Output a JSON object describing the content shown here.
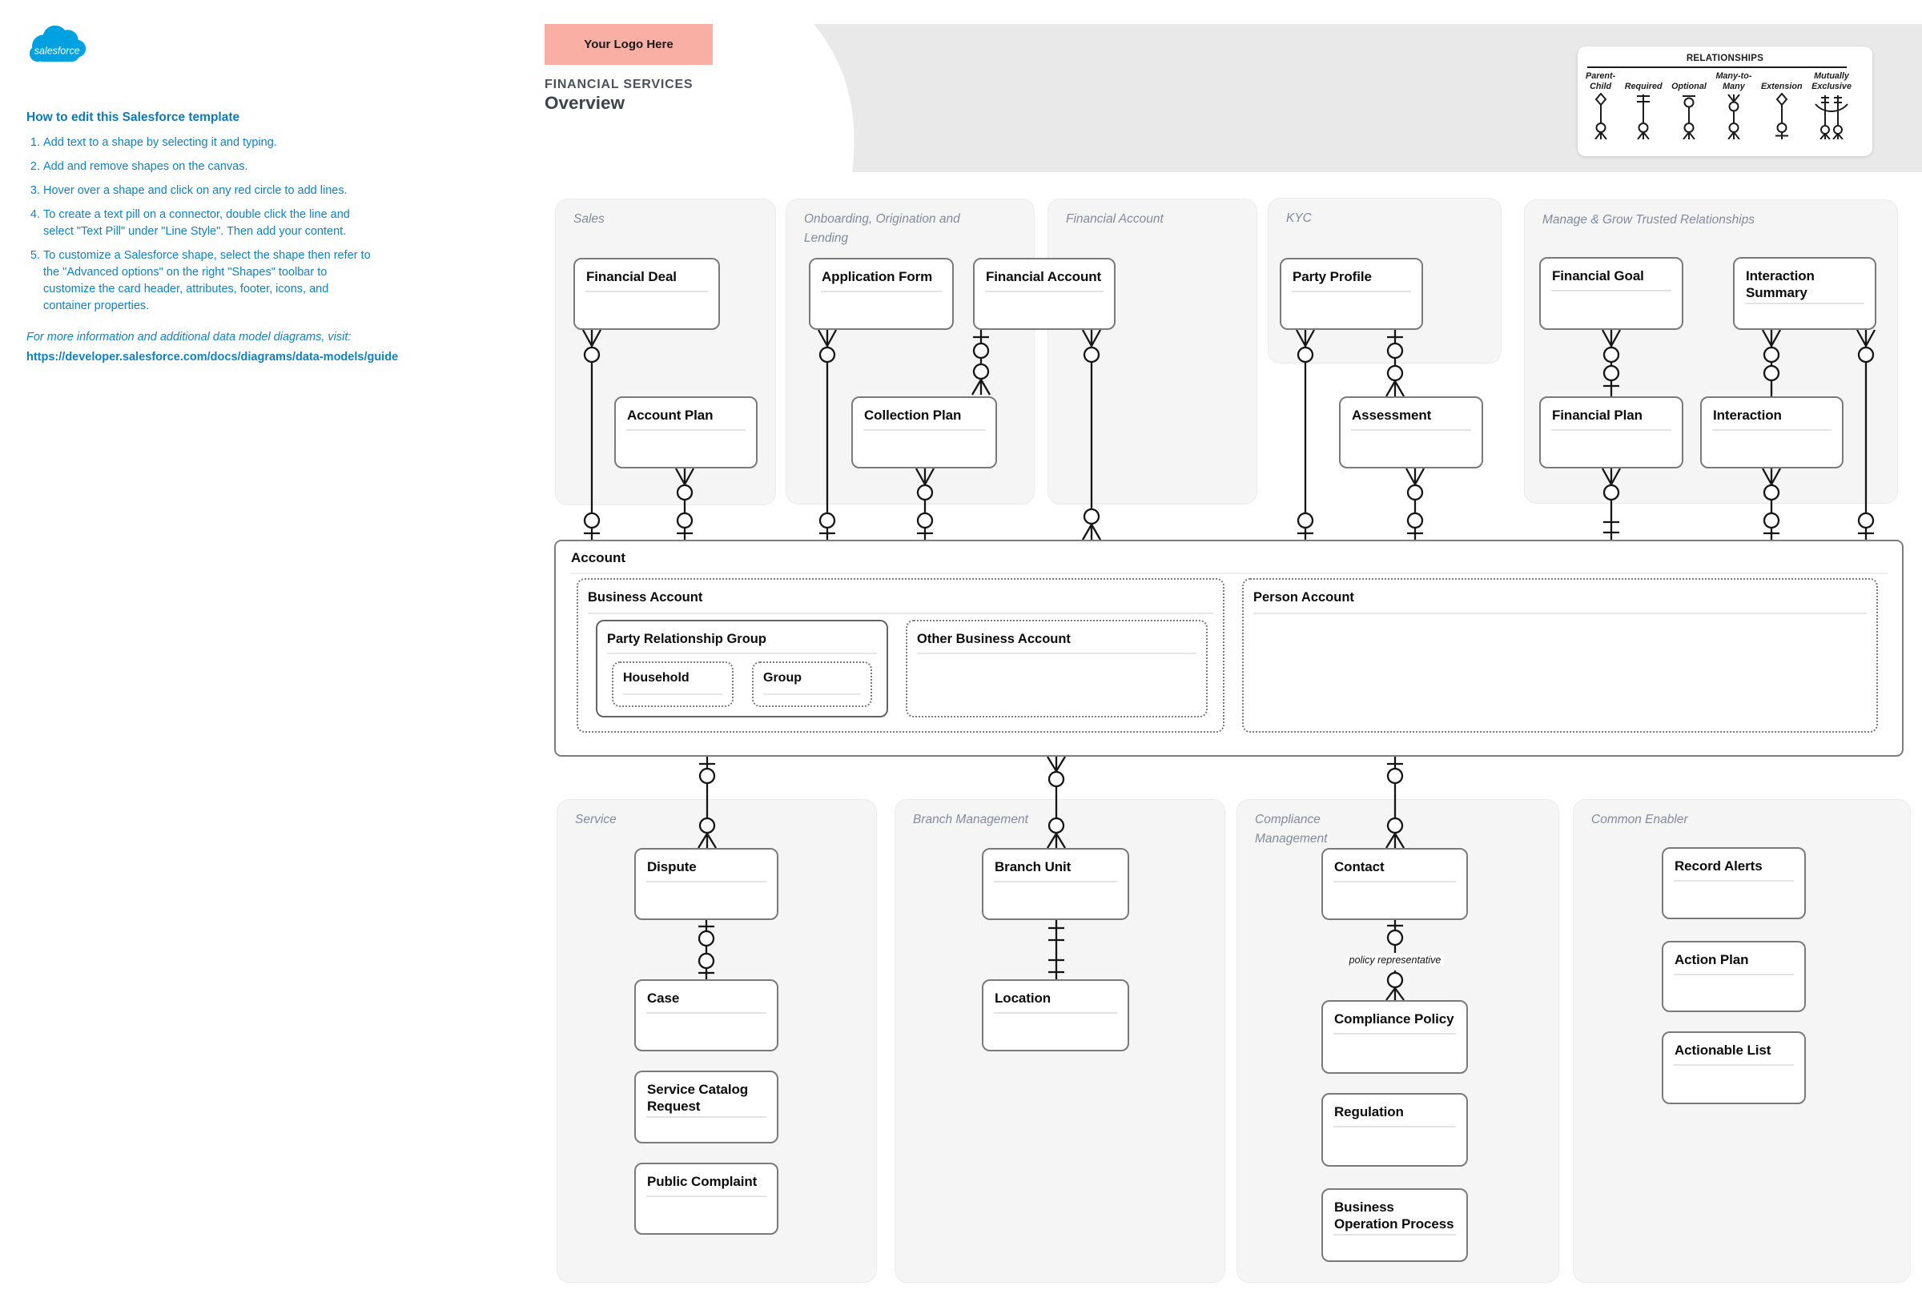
{
  "sidebar": {
    "title": "How to edit this Salesforce template",
    "steps": [
      "Add text to a shape by selecting it and typing.",
      "Add and remove shapes on the canvas.",
      "Hover over a shape and click on any red circle to add lines.",
      "To create a text pill on a connector, double click the line and select \"Text Pill\" under \"Line Style\". Then add your content.",
      "To customize a Salesforce shape, select the shape then refer to the \"Advanced options\" on the right \"Shapes\" toolbar to customize the card header, attributes, footer, icons, and container properties."
    ],
    "more_info": "For more information and additional data model diagrams, visit:",
    "link": "https://developer.salesforce.com/docs/diagrams/data-models/guide"
  },
  "logo": {
    "brand": "salesforce"
  },
  "banner": {
    "placeholder": "Your Logo Here",
    "category": "FINANCIAL SERVICES",
    "title": "Overview"
  },
  "legend": {
    "title": "RELATIONSHIPS",
    "items": {
      "parent_child": "Parent-\nChild",
      "required": "Required",
      "optional": "Optional",
      "many_to_many": "Many-to-\nMany",
      "extension": "Extension",
      "mutually_exclusive": "Mutually\nExclusive"
    }
  },
  "groups": {
    "sales": "Sales",
    "onboarding": "Onboarding, Origination and Lending",
    "financial_account": "Financial Account",
    "kyc": "KYC",
    "manage": "Manage & Grow Trusted Relationships",
    "service": "Service",
    "branch": "Branch Management",
    "compliance": "Compliance Management",
    "common": "Common Enabler"
  },
  "entities": {
    "financial_deal": "Financial Deal",
    "application_form": "Application Form",
    "financial_account": "Financial Account",
    "party_profile": "Party Profile",
    "financial_goal": "Financial Goal",
    "interaction_summary": "Interaction Summary",
    "account_plan": "Account Plan",
    "collection_plan": "Collection Plan",
    "assessment": "Assessment",
    "financial_plan": "Financial Plan",
    "interaction": "Interaction",
    "dispute": "Dispute",
    "case": "Case",
    "service_catalog_request": "Service Catalog Request",
    "public_complaint": "Public Complaint",
    "branch_unit": "Branch Unit",
    "location": "Location",
    "contact": "Contact",
    "compliance_policy": "Compliance Policy",
    "regulation": "Regulation",
    "business_operation_process": "Business Operation Process",
    "record_alerts": "Record Alerts",
    "action_plan": "Action Plan",
    "actionable_list": "Actionable List"
  },
  "account": {
    "label": "Account",
    "business_account": "Business Account",
    "person_account": "Person Account",
    "party_relationship_group": "Party Relationship Group",
    "other_business_account": "Other Business Account",
    "household": "Household",
    "group": "Group"
  },
  "connectors": {
    "policy_label": "policy representative"
  },
  "colors": {
    "accent_blue": "#0e82c2",
    "brand_blue": "#00a1e0",
    "logo_placeholder_bg": "#f9afa4",
    "band_gray": "#e9e9e9",
    "entity_border": "#7a7a7a"
  }
}
